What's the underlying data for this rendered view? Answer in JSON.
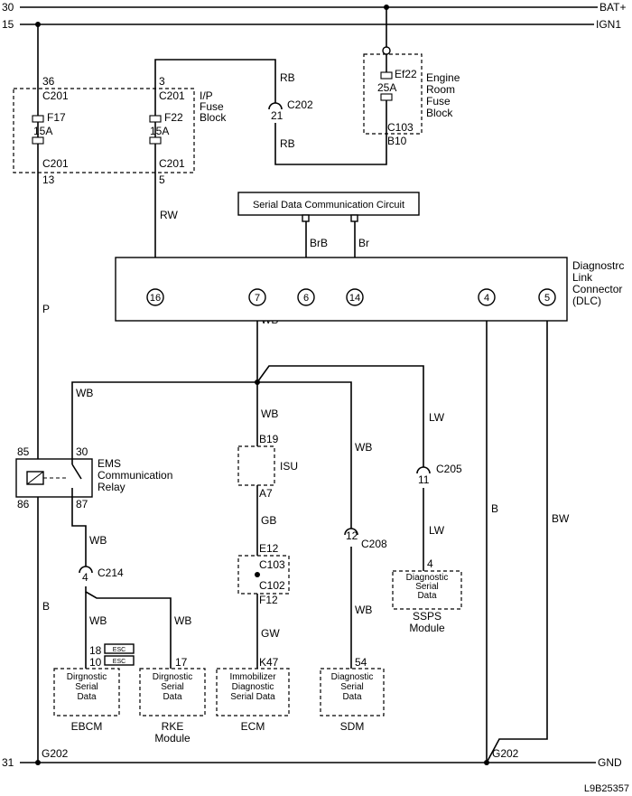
{
  "rails": {
    "bat_num": "30",
    "bat_name": "BAT+",
    "ign_num": "15",
    "ign_name": "IGN1",
    "gnd_num": "31",
    "gnd_name": "GND"
  },
  "ip_fuse_block": {
    "name": [
      "I/P",
      "Fuse",
      "Block"
    ],
    "f17": {
      "pin_top": "36",
      "conn_top": "C201",
      "name": "F17",
      "rating": "15A",
      "conn_bot": "C201",
      "pin_bot": "13"
    },
    "f22": {
      "pin_top": "3",
      "conn_top": "C201",
      "name": "F22",
      "rating": "15A",
      "conn_bot": "C201",
      "pin_bot": "5"
    }
  },
  "engine_fuse_block": {
    "name": [
      "Engine",
      "Room",
      "Fuse",
      "Block"
    ],
    "fuse": "Ef22",
    "rating": "25A",
    "conn": "C103",
    "pin": "B10"
  },
  "wires": {
    "rb_top": "RB",
    "rb_bottom": "RB",
    "rw": "RW",
    "p": "P",
    "b_left": "B",
    "brb": "BrB",
    "br": "Br",
    "wb_dlc": "WB",
    "wb_relay": "WB",
    "wb_isu": "WB",
    "wb_sdm": "WB",
    "lw_top": "LW",
    "lw_bottom": "LW",
    "wb_c214": "WB",
    "wb_ebcm": "WB",
    "wb_rke": "WB",
    "wb_sdm_lower": "WB",
    "gb": "GB",
    "gw": "GW",
    "b_right": "B",
    "bw": "BW"
  },
  "connectors": {
    "c202": {
      "pin": "21",
      "name": "C202"
    },
    "c205": {
      "pin": "11",
      "name": "C205"
    },
    "c208": {
      "pin": "12",
      "name": "C208"
    },
    "c214": {
      "pin": "4",
      "name": "C214"
    }
  },
  "serial_circuit": {
    "label": "Serial Data Communication Circuit"
  },
  "dlc": {
    "name": [
      "Diagnostrc",
      "Link",
      "Connector",
      "(DLC)"
    ],
    "pins": [
      "16",
      "7",
      "6",
      "14",
      "4",
      "5"
    ]
  },
  "relay": {
    "name": [
      "EMS",
      "Communication",
      "Relay"
    ],
    "p85": "85",
    "p30": "30",
    "p86": "86",
    "p87": "87"
  },
  "isu": {
    "name": "ISU",
    "pin_top": "B19",
    "pin_bot": "A7"
  },
  "c103_block": {
    "pin_top": "E12",
    "c103": "C103",
    "c102": "C102",
    "pin_bot": "F12"
  },
  "modules": {
    "ebcm": {
      "pin_a": "18",
      "pin_b": "10",
      "tag": "ESC",
      "text": [
        "Dirgnostic",
        "Serial",
        "Data"
      ],
      "name": "EBCM"
    },
    "rke": {
      "pin": "17",
      "text": [
        "Dirgnostic",
        "Serial",
        "Data"
      ],
      "name": [
        "RKE",
        "Module"
      ]
    },
    "ecm": {
      "pin": "K47",
      "text": [
        "Immobilizer",
        "Diagnostic",
        "Serial Data"
      ],
      "name": "ECM"
    },
    "sdm": {
      "pin": "54",
      "text": [
        "Diagnostic",
        "Serial",
        "Data"
      ],
      "name": "SDM"
    },
    "ssps": {
      "pin": "4",
      "text": [
        "Diagnostic",
        "Serial",
        "Data"
      ],
      "name": [
        "SSPS",
        "Module"
      ]
    }
  },
  "grounds": {
    "left": "G202",
    "right": "G202"
  },
  "figure_id": "L9B25357"
}
